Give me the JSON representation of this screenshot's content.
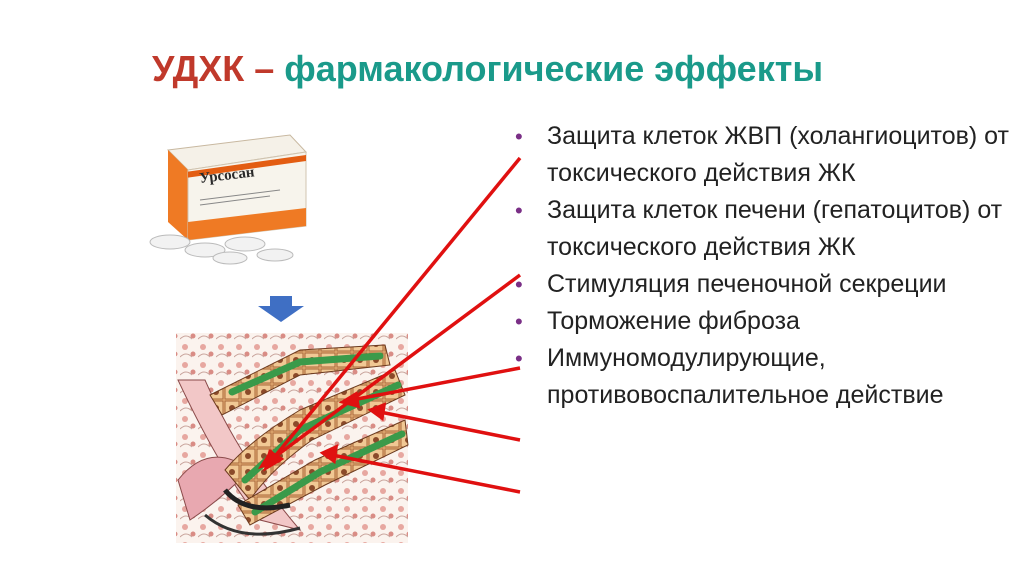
{
  "title": {
    "part1": "УДХК",
    "dash": "–",
    "part2": "фармакологические эффекты"
  },
  "package_label": "Урсосан",
  "bullets": [
    "Защита клеток ЖВП (холангиоцитов) от токсического действия ЖК",
    "Защита клеток печени (гепатоцитов)  от токсического действия ЖК",
    "Стимуляция печеночной секреции",
    "Торможение фиброза",
    "Иммуномодулирующие, противовоспалительное действие"
  ],
  "colors": {
    "title_red": "#c0392b",
    "title_teal": "#1a9a8a",
    "bullet": "#7a2f86",
    "arrow": "#e01010",
    "down_arrow": "#3f6fc4"
  }
}
